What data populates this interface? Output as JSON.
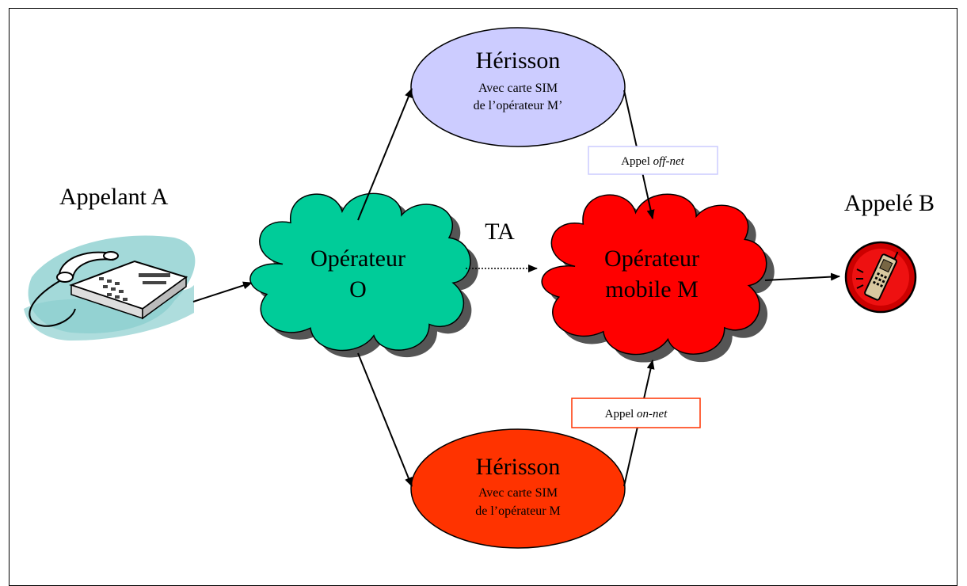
{
  "caller": {
    "label": "Appelant A"
  },
  "callee": {
    "label": "Appelé B"
  },
  "operator_o": {
    "line1": "Opérateur",
    "line2": "O"
  },
  "operator_m": {
    "line1": "Opérateur",
    "line2": "mobile M"
  },
  "ta_label": "TA",
  "herisson_top": {
    "title": "Hérisson",
    "line1": "Avec carte SIM",
    "line2": "de l’opérateur M’"
  },
  "herisson_bottom": {
    "title": "Hérisson",
    "line1": "Avec carte SIM",
    "line2": "de l’opérateur M"
  },
  "offnet": {
    "prefix": "Appel ",
    "term": "off-net"
  },
  "onnet": {
    "prefix": "Appel ",
    "term": "on-net"
  },
  "colors": {
    "cloud_o": "#00cc99",
    "cloud_m": "#ff0000",
    "herisson_top_fill": "#ccccff",
    "herisson_bottom_fill": "#ff3300",
    "offnet_border": "#ccccff",
    "onnet_border": "#ff3300",
    "phone_blob": "#8ccfcf"
  },
  "icons": {
    "phone": "desk-telephone-icon",
    "mobile": "ringing-mobile-phone-icon"
  }
}
